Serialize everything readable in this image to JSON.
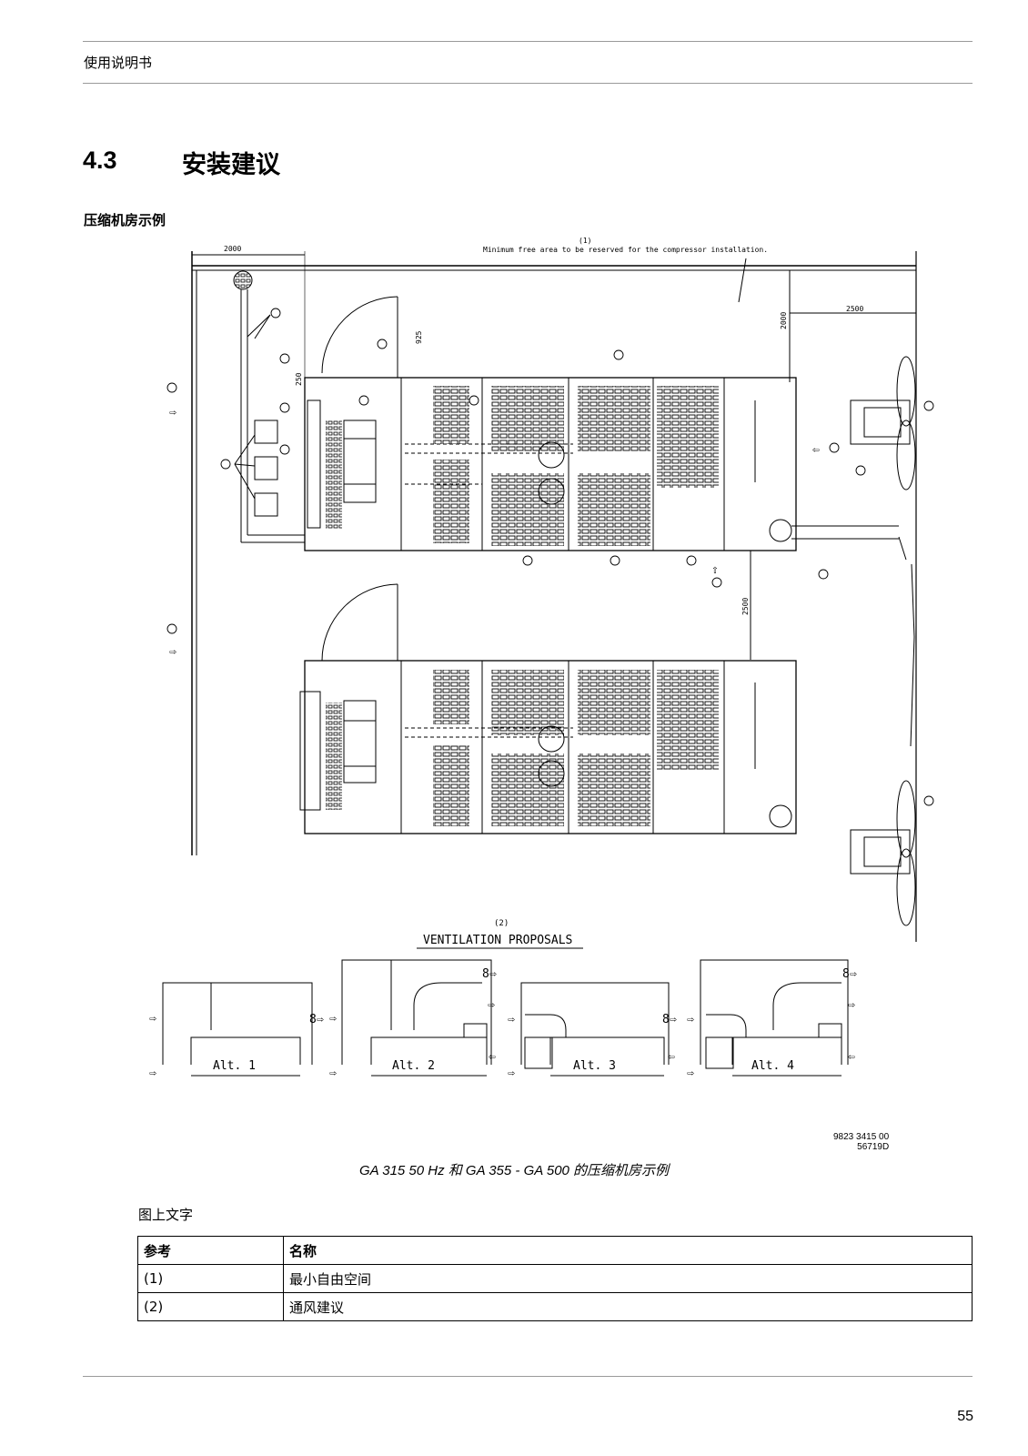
{
  "header": {
    "title": "使用说明书"
  },
  "section": {
    "number": "4.3",
    "title": "安装建议"
  },
  "subheading": "压缩机房示例",
  "drawing": {
    "label_1": "(1)",
    "label_1_text": "Minimum free area to be reserved for the compressor installation.",
    "label_2": "(2)",
    "label_2_text": "VENTILATION PROPOSALS",
    "dimensions": [
      "2000",
      "2500",
      "2000",
      "925",
      "250",
      "2500"
    ],
    "alternatives": [
      "Alt. 1",
      "Alt. 2",
      "Alt. 3",
      "Alt. 4"
    ],
    "drawing_number": "9823 3415 00",
    "drawing_code": "56719D"
  },
  "figure": {
    "caption": "GA 315 50 Hz 和 GA 355 - GA 500 的压缩机房示例"
  },
  "legend": {
    "label": "图上文字",
    "headers": [
      "参考",
      "名称"
    ],
    "rows": [
      {
        "ref": "(1)",
        "name": "最小自由空间"
      },
      {
        "ref": "(2)",
        "name": "通风建议"
      }
    ]
  },
  "page": {
    "number": "55"
  }
}
